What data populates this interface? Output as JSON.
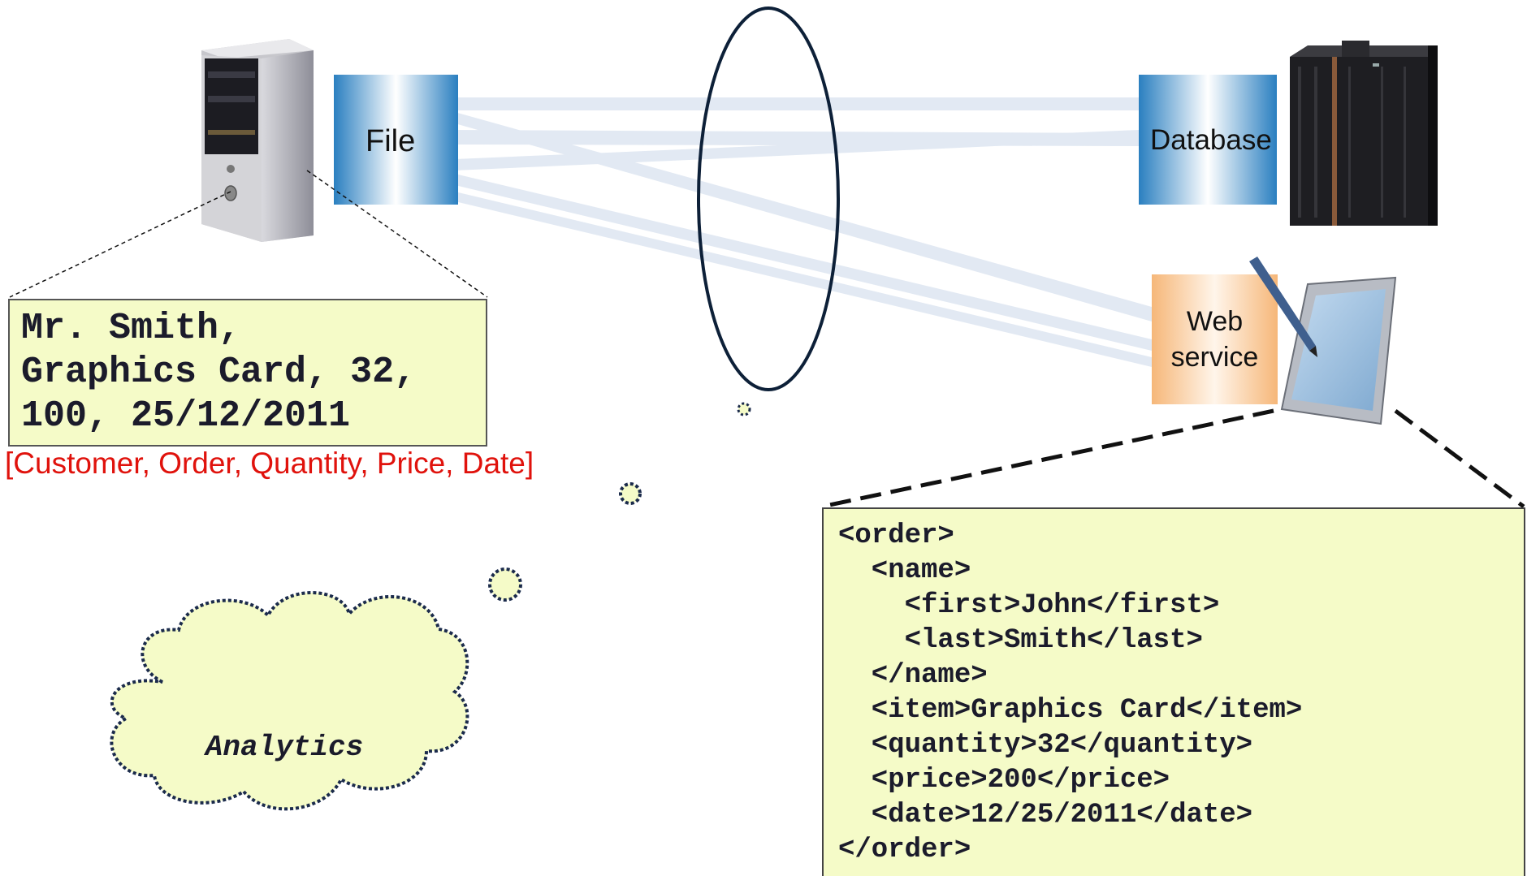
{
  "sources": {
    "file_label": "File",
    "database_label": "Database",
    "webservice_label": "Web\nservice"
  },
  "csv_record": {
    "lines": [
      "Mr. Smith,",
      "Graphics Card, 32,",
      "100, 25/12/2011"
    ],
    "schema": "[Customer, Order, Quantity, Price, Date]"
  },
  "xml_record": {
    "lines": [
      "<order>",
      "  <name>",
      "    <first>John</first>",
      "    <last>Smith</last>",
      "  </name>",
      "  <item>Graphics Card</item>",
      "  <quantity>32</quantity>",
      "  <price>200</price>",
      "  <date>12/25/2011</date>",
      "</order>"
    ]
  },
  "cloud": {
    "label": "Analytics"
  },
  "colors": {
    "box_fill": "#f5fbc8",
    "source_blue": "#2f86c0",
    "webservice_orange": "#f8c896",
    "schema_red": "#e0120c",
    "ellipse_stroke": "#0d2038"
  }
}
